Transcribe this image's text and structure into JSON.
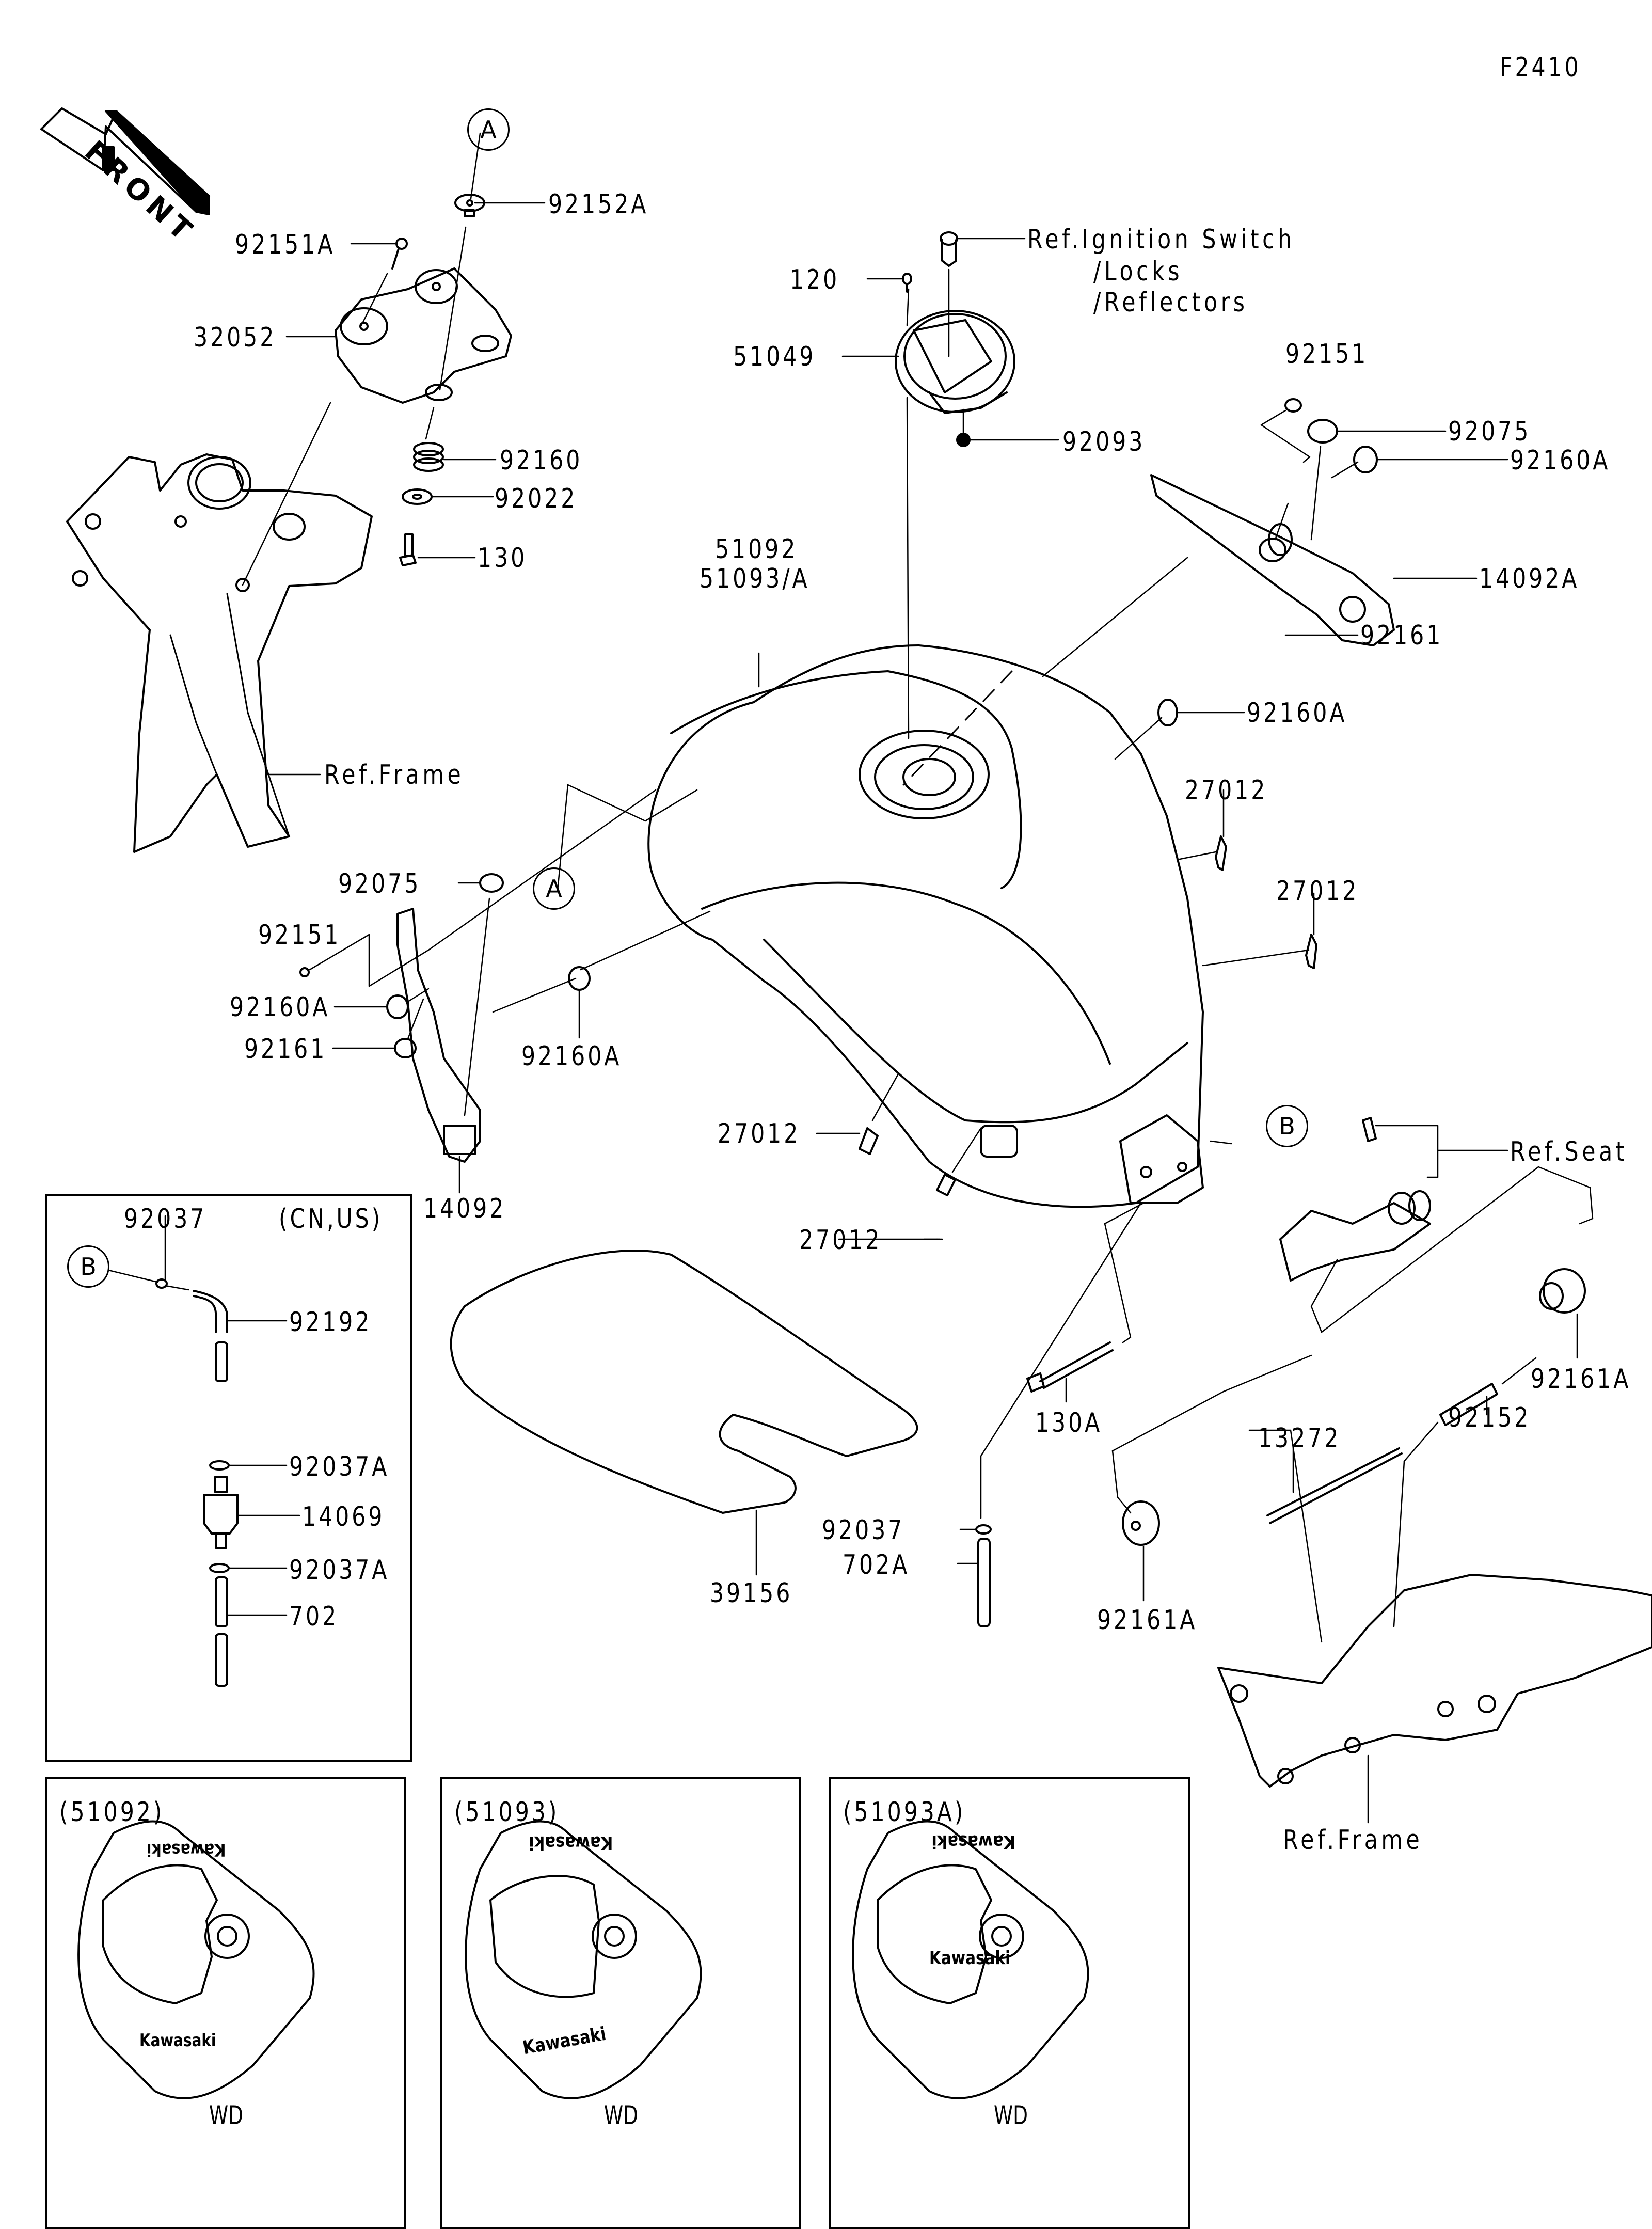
{
  "diagram": {
    "figure_code": "F2410",
    "direction_marker": "FRONT",
    "reference_markers": [
      "A",
      "B"
    ],
    "labels": {
      "p92151A": "92151A",
      "p92152A": "92152A",
      "p32052": "32052",
      "p92160": "92160",
      "p92022": "92022",
      "p130": "130",
      "ref_frame_front": "Ref.Frame",
      "p120": "120",
      "p51049": "51049",
      "ref_ignition_line1": "Ref.Ignition Switch",
      "ref_ignition_line2": "/Locks",
      "ref_ignition_line3": "/Reflectors",
      "p92093": "92093",
      "p92151_right": "92151",
      "p92075_right": "92075",
      "p92160A_right": "92160A",
      "p14092A": "14092A",
      "p92161_right": "92161",
      "p51092": "51092",
      "p51093A": "51093/A",
      "p92160A_tank": "92160A",
      "p27012_a": "27012",
      "p27012_b": "27012",
      "p92075_left": "92075",
      "p92151_left": "92151",
      "p92160A_left": "92160A",
      "p92161_left": "92161",
      "p92160A_mid": "92160A",
      "p14092": "14092",
      "p27012_c": "27012",
      "p27012_d": "27012",
      "ref_seat": "Ref.Seat",
      "p92161A_right": "92161A",
      "p92152": "92152",
      "p130A": "130A",
      "p92037_main": "92037",
      "p702A": "702A",
      "p39156": "39156",
      "p13272": "13272",
      "p92161A_left": "92161A",
      "ref_frame_rear": "Ref.Frame"
    },
    "inset_cn_us": {
      "title": "(CN,US)",
      "marker": "B",
      "labels": [
        "92037",
        "92192",
        "92037A",
        "14069",
        "92037A",
        "702"
      ]
    },
    "variants": [
      {
        "title": "(51092)",
        "logo": "Kawasaki",
        "caption": "WD"
      },
      {
        "title": "(51093)",
        "logo": "Kawasaki",
        "caption": "WD"
      },
      {
        "title": "(51093A)",
        "logo": "Kawasaki",
        "caption": "WD"
      }
    ]
  }
}
